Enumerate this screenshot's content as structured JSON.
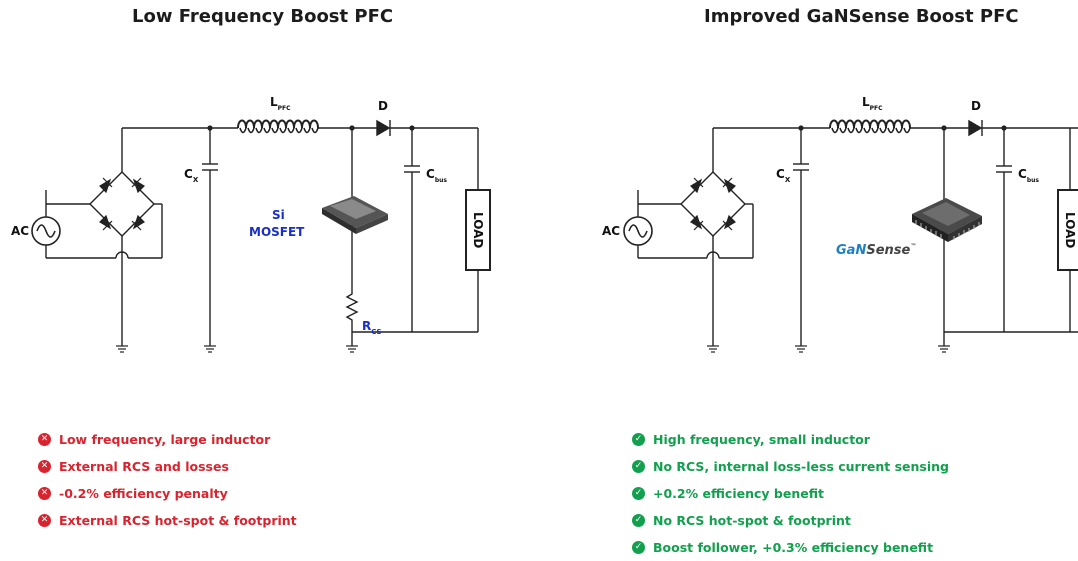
{
  "left_panel": {
    "title": "Low Frequency Boost PFC",
    "ac_label": "AC",
    "cx_label": "C",
    "cx_sub": "X",
    "lpfc_label": "L",
    "lpfc_sub": "PFC",
    "d_label": "D",
    "cbus_label": "C",
    "cbus_sub": "bus",
    "load_label": "LOAD",
    "switch_line1": "Si",
    "switch_line2": "MOSFET",
    "rcs_label": "R",
    "rcs_sub": "CS",
    "bullets": [
      "Low frequency, large inductor",
      "External RCS and losses",
      "-0.2% efficiency penalty",
      "External RCS hot-spot & footprint"
    ]
  },
  "right_panel": {
    "title": "Improved GaNSense Boost PFC",
    "ac_label": "AC",
    "cx_label": "C",
    "cx_sub": "X",
    "lpfc_label": "L",
    "lpfc_sub": "PFC",
    "d_label": "D",
    "cbus_label": "C",
    "cbus_sub": "bus",
    "load_label": "LOAD",
    "logo_gan": "GaN",
    "logo_sense": "Sense",
    "logo_tm": "™",
    "bullets": [
      "High frequency, small inductor",
      "No RCS, internal loss-less current sensing",
      "+0.2% efficiency benefit",
      "No RCS hot-spot & footprint",
      "Boost follower, +0.3% efficiency benefit"
    ]
  },
  "colors": {
    "negative": "#d9232e",
    "positive": "#12a04e",
    "si_label": "#1a2fc4",
    "gan_logo": "#1e7fc4"
  },
  "icons": {
    "negative": "x-circle-icon",
    "positive": "check-circle-icon"
  }
}
